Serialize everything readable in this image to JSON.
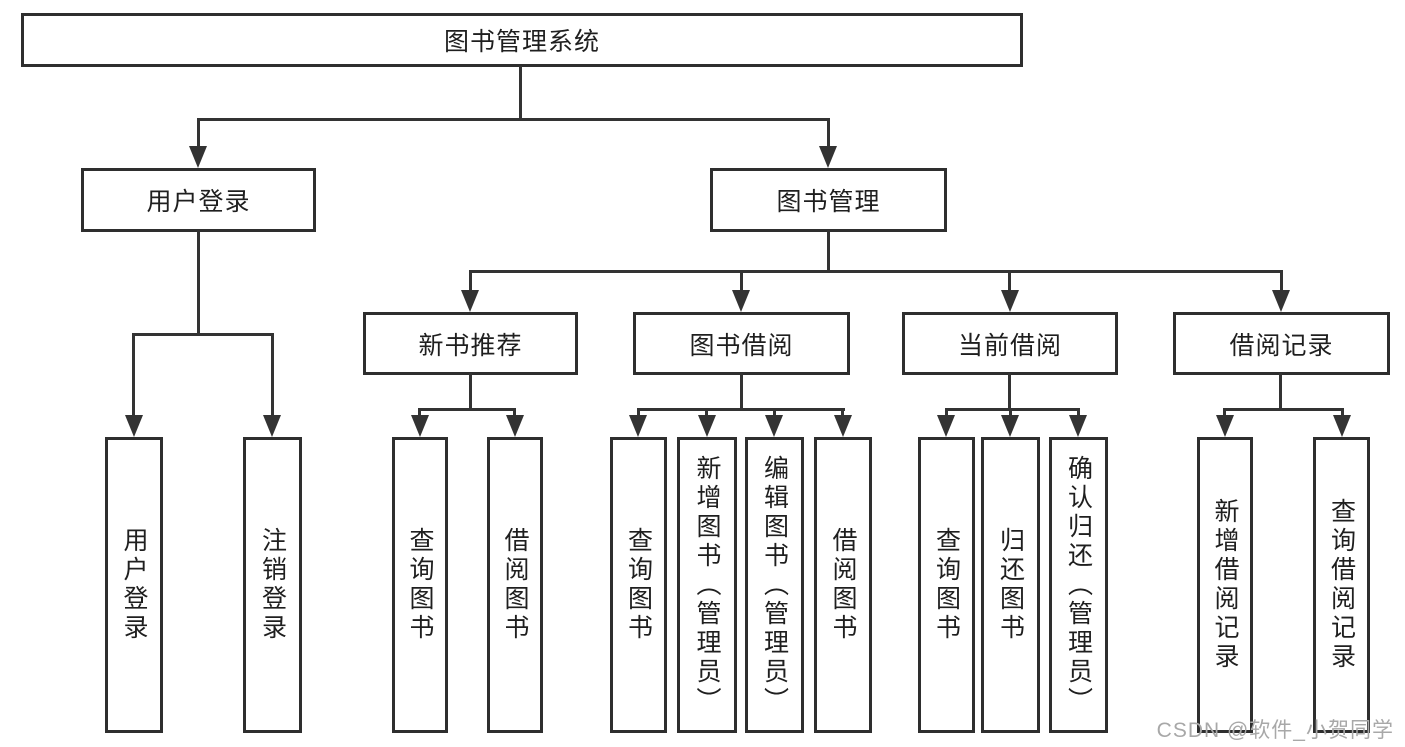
{
  "nodes": {
    "root": "图书管理系统",
    "user_login": "用户登录",
    "book_mgmt": "图书管理",
    "new_book_rec": "新书推荐",
    "book_borrow": "图书借阅",
    "current_borrow": "当前借阅",
    "borrow_record": "借阅记录",
    "leaf_user_login": "用户登录",
    "leaf_logout": "注销登录",
    "leaf_rec_query_book": "查询图书",
    "leaf_rec_borrow_book": "借阅图书",
    "leaf_bb_query_book": "查询图书",
    "leaf_bb_add_book": "新增图书（管理员）",
    "leaf_bb_edit_book": "编辑图书（管理员）",
    "leaf_bb_borrow_book": "借阅图书",
    "leaf_cb_query_book": "查询图书",
    "leaf_cb_return_book": "归还图书",
    "leaf_cb_confirm_return": "确认归还（管理员）",
    "leaf_br_add_record": "新增借阅记录",
    "leaf_br_query_record": "查询借阅记录"
  },
  "hierarchy": {
    "root": "图书管理系统",
    "children": [
      {
        "label": "用户登录",
        "children": [
          "用户登录",
          "注销登录"
        ]
      },
      {
        "label": "图书管理",
        "children": [
          {
            "label": "新书推荐",
            "children": [
              "查询图书",
              "借阅图书"
            ]
          },
          {
            "label": "图书借阅",
            "children": [
              "查询图书",
              "新增图书（管理员）",
              "编辑图书（管理员）",
              "借阅图书"
            ]
          },
          {
            "label": "当前借阅",
            "children": [
              "查询图书",
              "归还图书",
              "确认归还（管理员）"
            ]
          },
          {
            "label": "借阅记录",
            "children": [
              "新增借阅记录",
              "查询借阅记录"
            ]
          }
        ]
      }
    ]
  },
  "watermark": "CSDN @软件_小贺同学",
  "colors": {
    "line": "#333333",
    "box_border": "#2e2e2e",
    "box_fill": "#ffffff",
    "text": "#1f1f1f",
    "background": "#ffffff",
    "watermark": "#a8a8a8"
  }
}
